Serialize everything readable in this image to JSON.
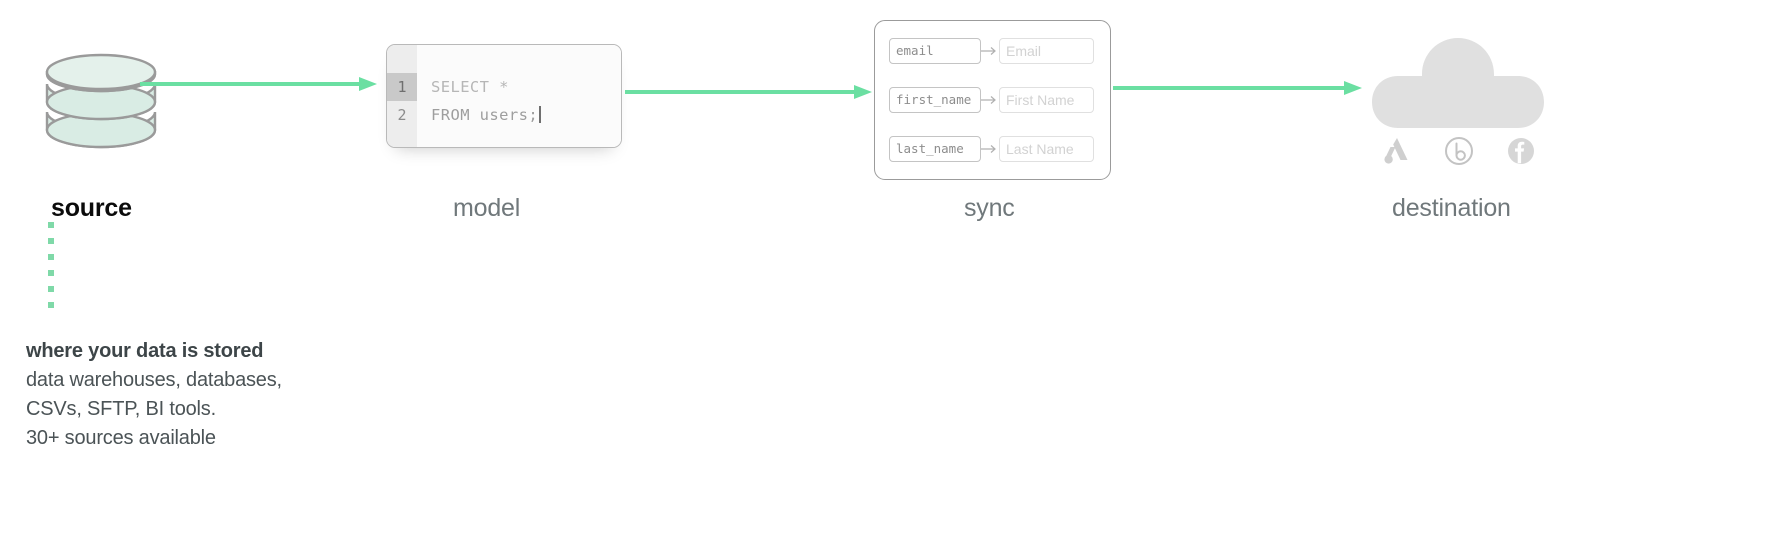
{
  "diagram": {
    "stages": [
      {
        "id": "source",
        "caption": "source",
        "icon": "database-cylinder-icon"
      },
      {
        "id": "model",
        "caption": "model",
        "icon": "sql-editor-icon"
      },
      {
        "id": "sync",
        "caption": "sync",
        "icon": "field-mapping-icon"
      },
      {
        "id": "destination",
        "caption": "destination",
        "icon": "cloud-icon"
      }
    ],
    "connectors": [
      {
        "from": "source",
        "to": "model",
        "style": "arrow",
        "color": "#6bdfa2"
      },
      {
        "from": "model",
        "to": "sync",
        "style": "arrow",
        "color": "#6bdfa2"
      },
      {
        "from": "sync",
        "to": "destination",
        "style": "arrow",
        "color": "#6bdfa2"
      }
    ]
  },
  "source": {
    "caption": "source",
    "dot_count": 6,
    "dot_color": "#7fd9a8",
    "cylinder_fill": "#d9ece4",
    "cylinder_stroke": "#9a9a9a",
    "description": {
      "title": "where your data is stored",
      "lines": [
        "data warehouses, databases,",
        "CSVs, SFTP, BI tools.",
        "30+ sources available"
      ]
    }
  },
  "model": {
    "caption": "model",
    "editor": {
      "lines": [
        {
          "number": "1",
          "text": "SELECT *",
          "active": true
        },
        {
          "number": "2",
          "text": "FROM users;",
          "active": false
        }
      ],
      "caret_after_line": 2
    }
  },
  "sync": {
    "caption": "sync",
    "mappings": [
      {
        "source_field": "email",
        "destination_field": "Email"
      },
      {
        "source_field": "first_name",
        "destination_field": "First Name"
      },
      {
        "source_field": "last_name",
        "destination_field": "Last Name"
      }
    ]
  },
  "destination": {
    "caption": "destination",
    "cloud_color": "#e0e0e0",
    "logos": [
      {
        "name": "google-ads-logo"
      },
      {
        "name": "braze-logo"
      },
      {
        "name": "facebook-logo"
      }
    ]
  }
}
